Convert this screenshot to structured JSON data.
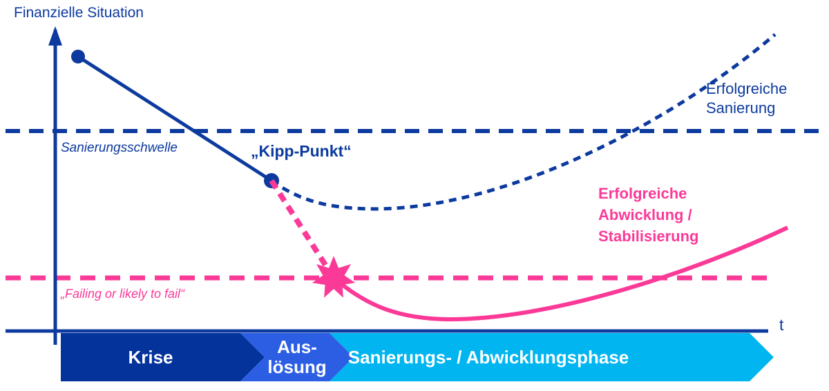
{
  "colors": {
    "primary_blue": "#0C3A9E",
    "pink": "#FB3A98",
    "label_white": "#FFFFFF"
  },
  "axes": {
    "y_label": "Finanzielle Situation",
    "x_label": "t"
  },
  "thresholds": {
    "sanierungsschwelle": {
      "label": "Sanierungsschwelle",
      "color": "#0C3A9E"
    },
    "failing_or_likely_to_fail": {
      "label": "„Failing or likely to fail“",
      "color": "#FB3A98"
    }
  },
  "annotations": {
    "tipping_point": "„Kipp-Punkt“",
    "erfolgreiche_sanierung": {
      "lines": [
        "Erfolgreiche",
        "Sanierung"
      ],
      "color": "#0C3A9E"
    },
    "erfolgreiche_abwicklung": {
      "lines": [
        "Erfolgreiche",
        "Abwicklung /",
        "Stabilisierung"
      ],
      "color": "#FB3A98"
    }
  },
  "phases": [
    {
      "label": "Krise",
      "color": "#04339B"
    },
    {
      "label_lines": [
        "Aus-",
        "lösung"
      ],
      "color": "#2C5EE4"
    },
    {
      "label": "Sanierungs- / Abwicklungsphase",
      "color": "#00B5F0"
    }
  ]
}
